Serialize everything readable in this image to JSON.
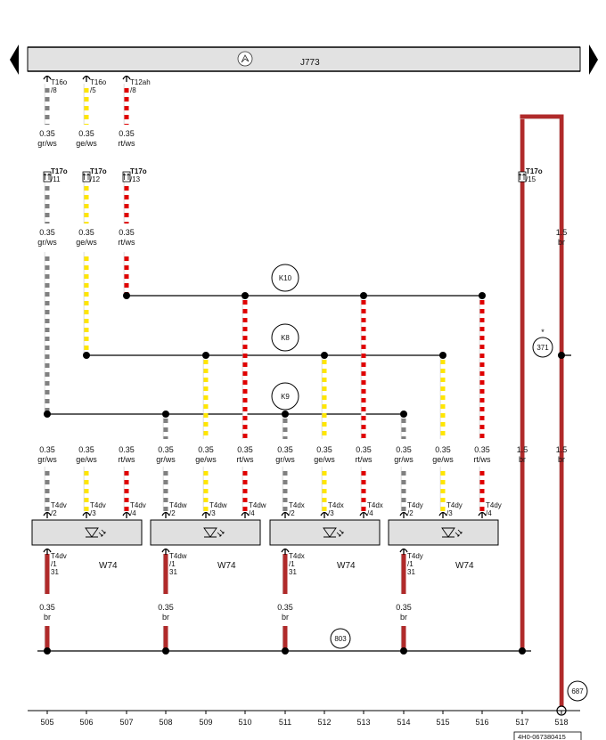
{
  "module": {
    "name": "J773"
  },
  "nav": {
    "prev": "previous page",
    "next": "next page"
  },
  "wire_colors": {
    "gr": "#808080",
    "ge": "#ffe600",
    "rt": "#e00000",
    "ws": "#ffffff",
    "br": "#b02a2a"
  },
  "top_wires": [
    {
      "plug": "T16o",
      "pin": "/8",
      "inline": "T17o",
      "inline_pin": "/11",
      "size": "0.35",
      "color": "gr/ws",
      "c": "gr"
    },
    {
      "plug": "T16o",
      "pin": "/5",
      "inline": "T17o",
      "inline_pin": "/12",
      "size": "0.35",
      "color": "ge/ws",
      "c": "ge"
    },
    {
      "plug": "T12ah",
      "pin": "/8",
      "inline": "T17o",
      "inline_pin": "/13",
      "size": "0.35",
      "color": "rt/ws",
      "c": "rt"
    }
  ],
  "ground_wire": {
    "inline": "T17o",
    "inline_pin": "/15",
    "size": "1.5",
    "color": "br",
    "star": "*",
    "ref": "371",
    "bottom_ref": "687"
  },
  "splices": [
    {
      "label": "K10"
    },
    {
      "label": "K8"
    },
    {
      "label": "K9"
    }
  ],
  "drop_labels": [
    {
      "size": "0.35",
      "color": "gr/ws"
    },
    {
      "size": "0.35",
      "color": "ge/ws"
    },
    {
      "size": "0.35",
      "color": "rt/ws"
    }
  ],
  "lights": [
    {
      "plug": "T4dv",
      "name": "W74",
      "ground_pin": "/1",
      "ground_num": "31",
      "pins": [
        "/2",
        "/3",
        "/4"
      ]
    },
    {
      "plug": "T4dw",
      "name": "W74",
      "ground_pin": "/1",
      "ground_num": "31",
      "pins": [
        "/2",
        "/3",
        "/4"
      ]
    },
    {
      "plug": "T4dx",
      "name": "W74",
      "ground_pin": "/1",
      "ground_num": "31",
      "pins": [
        "/2",
        "/3",
        "/4"
      ]
    },
    {
      "plug": "T4dy",
      "name": "W74",
      "ground_pin": "/1",
      "ground_num": "31",
      "pins": [
        "/2",
        "/3",
        "/4"
      ]
    }
  ],
  "ground_drop": {
    "size": "0.35",
    "color": "br"
  },
  "right_wires": [
    {
      "size": "1.5",
      "color": "br"
    },
    {
      "size": "1.5",
      "color": "br"
    }
  ],
  "ground_bus_ref": "803",
  "columns": [
    "505",
    "506",
    "507",
    "508",
    "509",
    "510",
    "511",
    "512",
    "513",
    "514",
    "515",
    "516",
    "517",
    "518"
  ],
  "doc_code": "4H0-067380415"
}
